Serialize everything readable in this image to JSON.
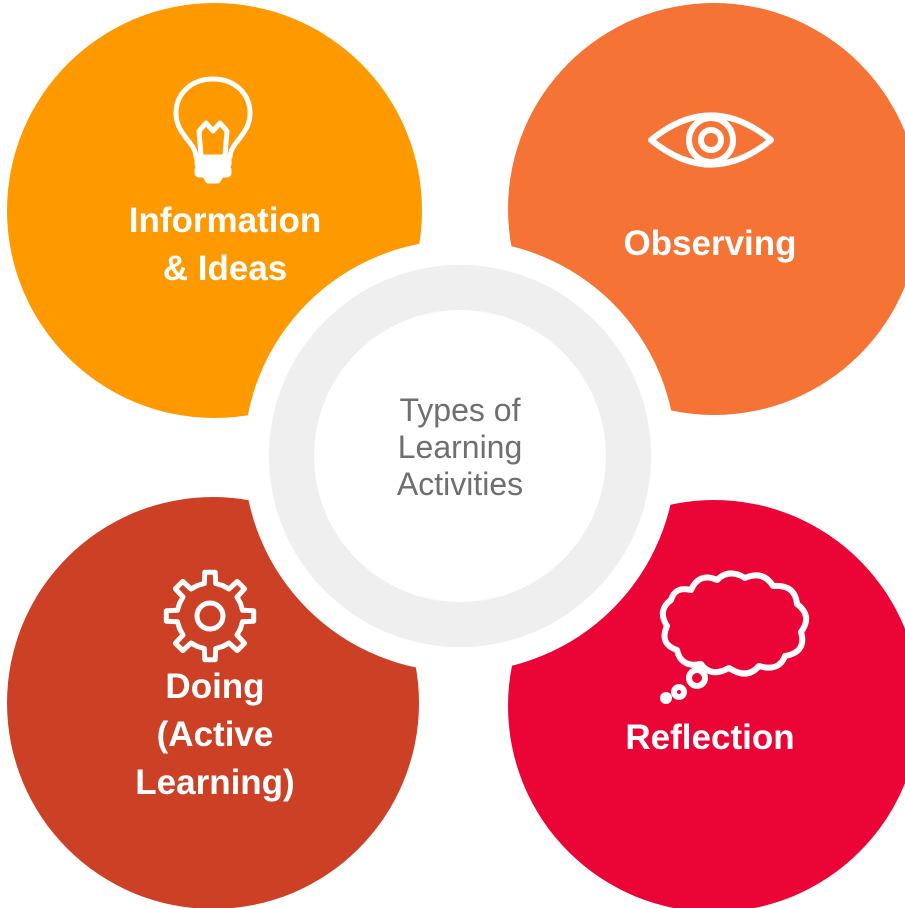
{
  "center": {
    "lines": [
      "Types of",
      "Learning",
      "Activities"
    ]
  },
  "segments": [
    {
      "id": "information",
      "lines": [
        "Information",
        "& Ideas"
      ],
      "color": "#fe9900",
      "icon": "lightbulb-icon"
    },
    {
      "id": "observing",
      "lines": [
        "Observing"
      ],
      "color": "#f57435",
      "icon": "eye-icon"
    },
    {
      "id": "doing",
      "lines": [
        "Doing",
        "(Active",
        "Learning)"
      ],
      "color": "#cc4126",
      "icon": "gear-icon"
    },
    {
      "id": "reflection",
      "lines": [
        "Reflection"
      ],
      "color": "#ea0536",
      "icon": "thought-cloud-icon"
    }
  ],
  "colors": {
    "hub_ring": "#efefef",
    "center_text": "#6f6f6f",
    "label_text": "#ffffff"
  }
}
